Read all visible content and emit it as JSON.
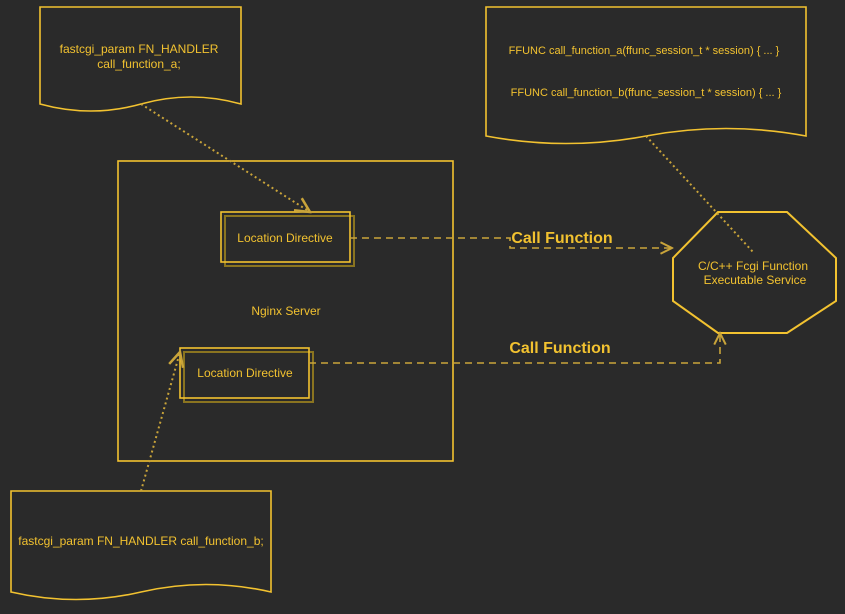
{
  "colors": {
    "background": "#2a2a2a",
    "stroke": "#f2c230",
    "text": "#f2c230",
    "connector": "#c9a43a"
  },
  "notes": {
    "top_left_line1": "fastcgi_param FN_HANDLER",
    "top_left_line2": "call_function_a;",
    "top_right_line1": "FFUNC call_function_a(ffunc_session_t * session) { ...  }",
    "top_right_line2": "FFUNC call_function_b(ffunc_session_t * session) { ...  }",
    "bottom_left": "fastcgi_param FN_HANDLER call_function_b;"
  },
  "server": {
    "label": "Nginx Server",
    "location_a_label": "Location Directive",
    "location_b_label": "Location Directive"
  },
  "service": {
    "line1": "C/C++ Fcgi Function",
    "line2": "Executable Service"
  },
  "edges": {
    "call_a_label": "Call Function",
    "call_b_label": "Call Function"
  }
}
